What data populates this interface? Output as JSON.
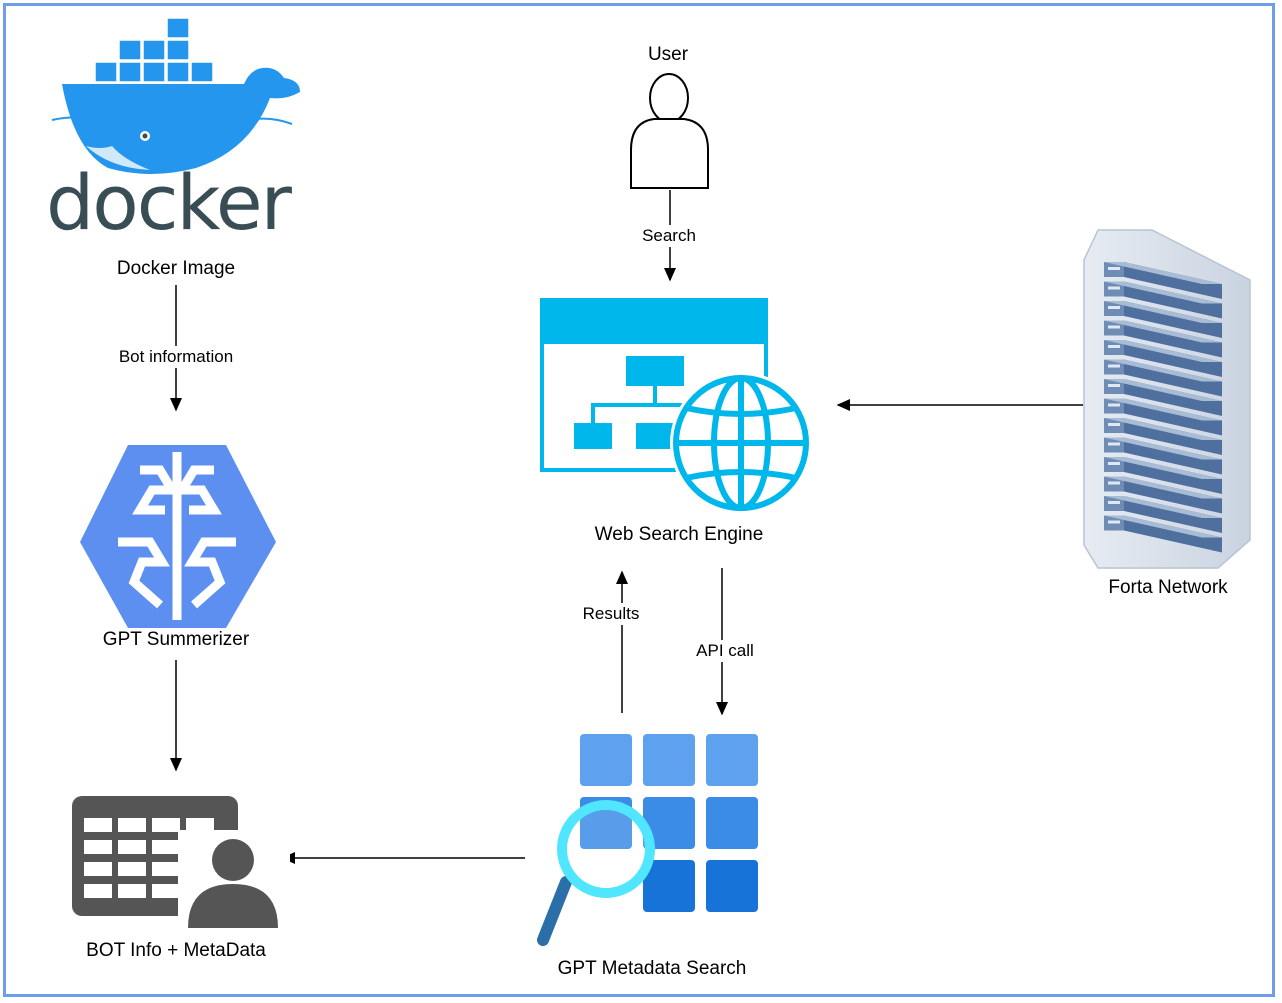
{
  "nodes": {
    "user": {
      "label": "User",
      "icon": "user-icon"
    },
    "docker": {
      "logo_text": "docker",
      "label": "Docker Image",
      "icon": "docker-whale-icon"
    },
    "gpt_summarizer": {
      "label": "GPT Summerizer",
      "icon": "ai-brain-icon"
    },
    "bot_info": {
      "label": "BOT Info + MetaData",
      "icon": "table-user-icon"
    },
    "web_search": {
      "label": "Web Search Engine",
      "icon": "web-sitemap-globe-icon"
    },
    "forta": {
      "label": "Forta Network",
      "icon": "server-rack-icon"
    },
    "gpt_metadata": {
      "label": "GPT Metadata Search",
      "icon": "grid-search-icon"
    }
  },
  "edges": {
    "search": "Search",
    "bot_information": "Bot information",
    "results": "Results",
    "api_call": "API call"
  },
  "colors": {
    "frame": "#6d9eeb",
    "docker_blue": "#2496ed",
    "docker_text": "#384d54",
    "web_cyan": "#00b7eb",
    "brain_blue": "#5c8ff0",
    "tile_blue": "#3a8ee6",
    "table_gray": "#555555",
    "server_blue": "#4f6f9f"
  }
}
